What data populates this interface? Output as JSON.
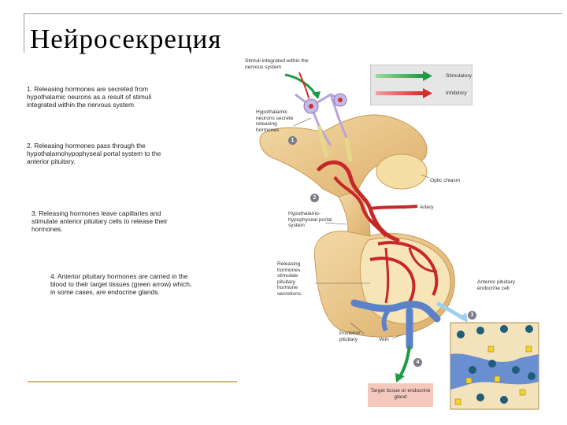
{
  "slide": {
    "title": "Нейросекреция"
  },
  "steps": [
    {
      "text": "1. Releasing hormones are secreted from hypothalamic neurons as a result of stimuli integrated within the nervous system"
    },
    {
      "text": "2. Releasing hormones pass through the hypothalamohypophyseal portal system to the anterior pituitary."
    },
    {
      "text": "3. Releasing hormones leave capillaries and stimulate anterior pituitary cells to release their hormones."
    },
    {
      "text": "4. Anterior pituitary hormones are carried in the blood to their target tissues (green arrow) which, in some cases, are endocrine glands."
    }
  ],
  "legend": {
    "stimulatory": "Stimulatory",
    "inhibitory": "Inhibitory",
    "stimulatory_color": "#1e9a45",
    "inhibitory_color": "#d92a2a"
  },
  "labels": {
    "stimuli": "Stimuli integrated within the nervous system",
    "hypothalamic": "Hypothalamic neurons secrete releasing hormones",
    "optic": "Optic chiasm",
    "artery": "Artery",
    "portal": "Hypothalamo-hypophyseal portal system",
    "releasing": "Releasing hormones stimulate pituitary hormone secretions.",
    "anterior_cell": "Anterior pituitary endocrine cell",
    "posterior": "Posterior pituitary",
    "vein": "Vein",
    "target": "Target tissue or endocrine gland"
  },
  "step_numbers": [
    "1",
    "2",
    "3",
    "4"
  ]
}
